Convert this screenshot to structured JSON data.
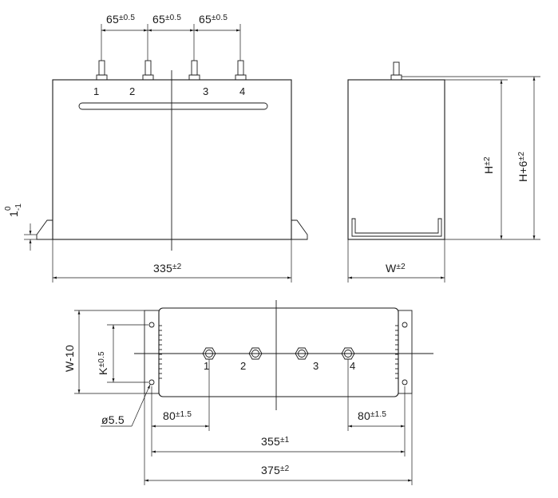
{
  "terminals": [
    "1",
    "2",
    "3",
    "4"
  ],
  "dimensions": {
    "spacing_value": "65",
    "spacing_tol": "±0.5",
    "length_value": "335",
    "length_tol": "±2",
    "side_width_value": "W",
    "side_width_tol": "±2",
    "height_value": "H",
    "height_tol": "±2",
    "total_height_value": "H+6",
    "total_height_tol": "±2",
    "edge_value": "1",
    "edge_tol_upper": "0",
    "edge_tol_lower": "-1",
    "mount_width_value": "W-10",
    "k_value": "K",
    "k_tol": "±0.5",
    "hole_diameter": "ø5.5",
    "offset_value": "80",
    "offset_tol": "±1.5",
    "hole_spacing_value": "355",
    "hole_spacing_tol": "±1",
    "overall_length_value": "375",
    "overall_length_tol": "±2"
  }
}
